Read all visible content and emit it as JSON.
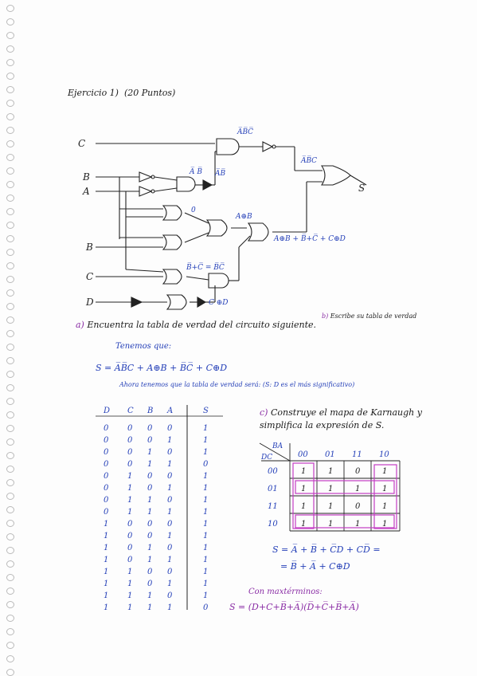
{
  "title": "Ejercicio 1)",
  "points": "(20 Puntos)",
  "circuit": {
    "inputs": [
      "C",
      "B",
      "A",
      "B",
      "C",
      "D"
    ],
    "output": "S",
    "labels": {
      "nand_abc": "A̅B̅C̅",
      "not_b": "A̅ B̅",
      "not_a": "A̅B̅",
      "not_abc": "A̅B̅C",
      "zero": "0",
      "xor_ab": "A⊕B",
      "sum_expr": "A⊕B + B̅+C̅ + C⊕D",
      "bc_expr": "B̅+C̅ = B̅C̅",
      "cd_expr": "C ⊕D"
    }
  },
  "part_a": {
    "label": "a)",
    "text": "Encuentra la tabla de verdad del circuito siguiente.",
    "b_label": "b)",
    "b_text": "Escribe su tabla de verdad"
  },
  "tenemos": "Tenemos que:",
  "expression": "S = A̅B̅C + A⊕B + B̅C̅ + C⊕D",
  "ahora": "Ahora tenemos que la tabla de verdad será: (S: D es el más significativo)",
  "truth_table": {
    "headers": [
      "D",
      "C",
      "B",
      "A",
      "S"
    ],
    "rows": [
      [
        "0",
        "0",
        "0",
        "0",
        "1"
      ],
      [
        "0",
        "0",
        "0",
        "1",
        "1"
      ],
      [
        "0",
        "0",
        "1",
        "0",
        "1"
      ],
      [
        "0",
        "0",
        "1",
        "1",
        "0"
      ],
      [
        "0",
        "1",
        "0",
        "0",
        "1"
      ],
      [
        "0",
        "1",
        "0",
        "1",
        "1"
      ],
      [
        "0",
        "1",
        "1",
        "0",
        "1"
      ],
      [
        "0",
        "1",
        "1",
        "1",
        "1"
      ],
      [
        "1",
        "0",
        "0",
        "0",
        "1"
      ],
      [
        "1",
        "0",
        "0",
        "1",
        "1"
      ],
      [
        "1",
        "0",
        "1",
        "0",
        "1"
      ],
      [
        "1",
        "0",
        "1",
        "1",
        "1"
      ],
      [
        "1",
        "1",
        "0",
        "0",
        "1"
      ],
      [
        "1",
        "1",
        "0",
        "1",
        "1"
      ],
      [
        "1",
        "1",
        "1",
        "0",
        "1"
      ],
      [
        "1",
        "1",
        "1",
        "1",
        "0"
      ]
    ]
  },
  "part_c": {
    "label": "c)",
    "line1": "Construye el mapa de Karnaugh y",
    "line2": "simplifica la expresión de S."
  },
  "kmap": {
    "corner_top": "BA",
    "corner_bottom": "DC",
    "cols": [
      "00",
      "01",
      "11",
      "10"
    ],
    "rows": [
      "00",
      "01",
      "11",
      "10"
    ],
    "cells": [
      [
        "1",
        "1",
        "0",
        "1"
      ],
      [
        "1",
        "1",
        "1",
        "1"
      ],
      [
        "1",
        "1",
        "0",
        "1"
      ],
      [
        "1",
        "1",
        "1",
        "1"
      ]
    ]
  },
  "simplified_1": "S = A̅ + B̅ + C̅D + CD̅ =",
  "simplified_2": "= B̅ + A̅ + C⊕D",
  "maxterm_label": "Con maxtérminos:",
  "maxterm_expr": "S = (D+C+B̅+A̅)(D̅+C̅+B̅+A̅)"
}
